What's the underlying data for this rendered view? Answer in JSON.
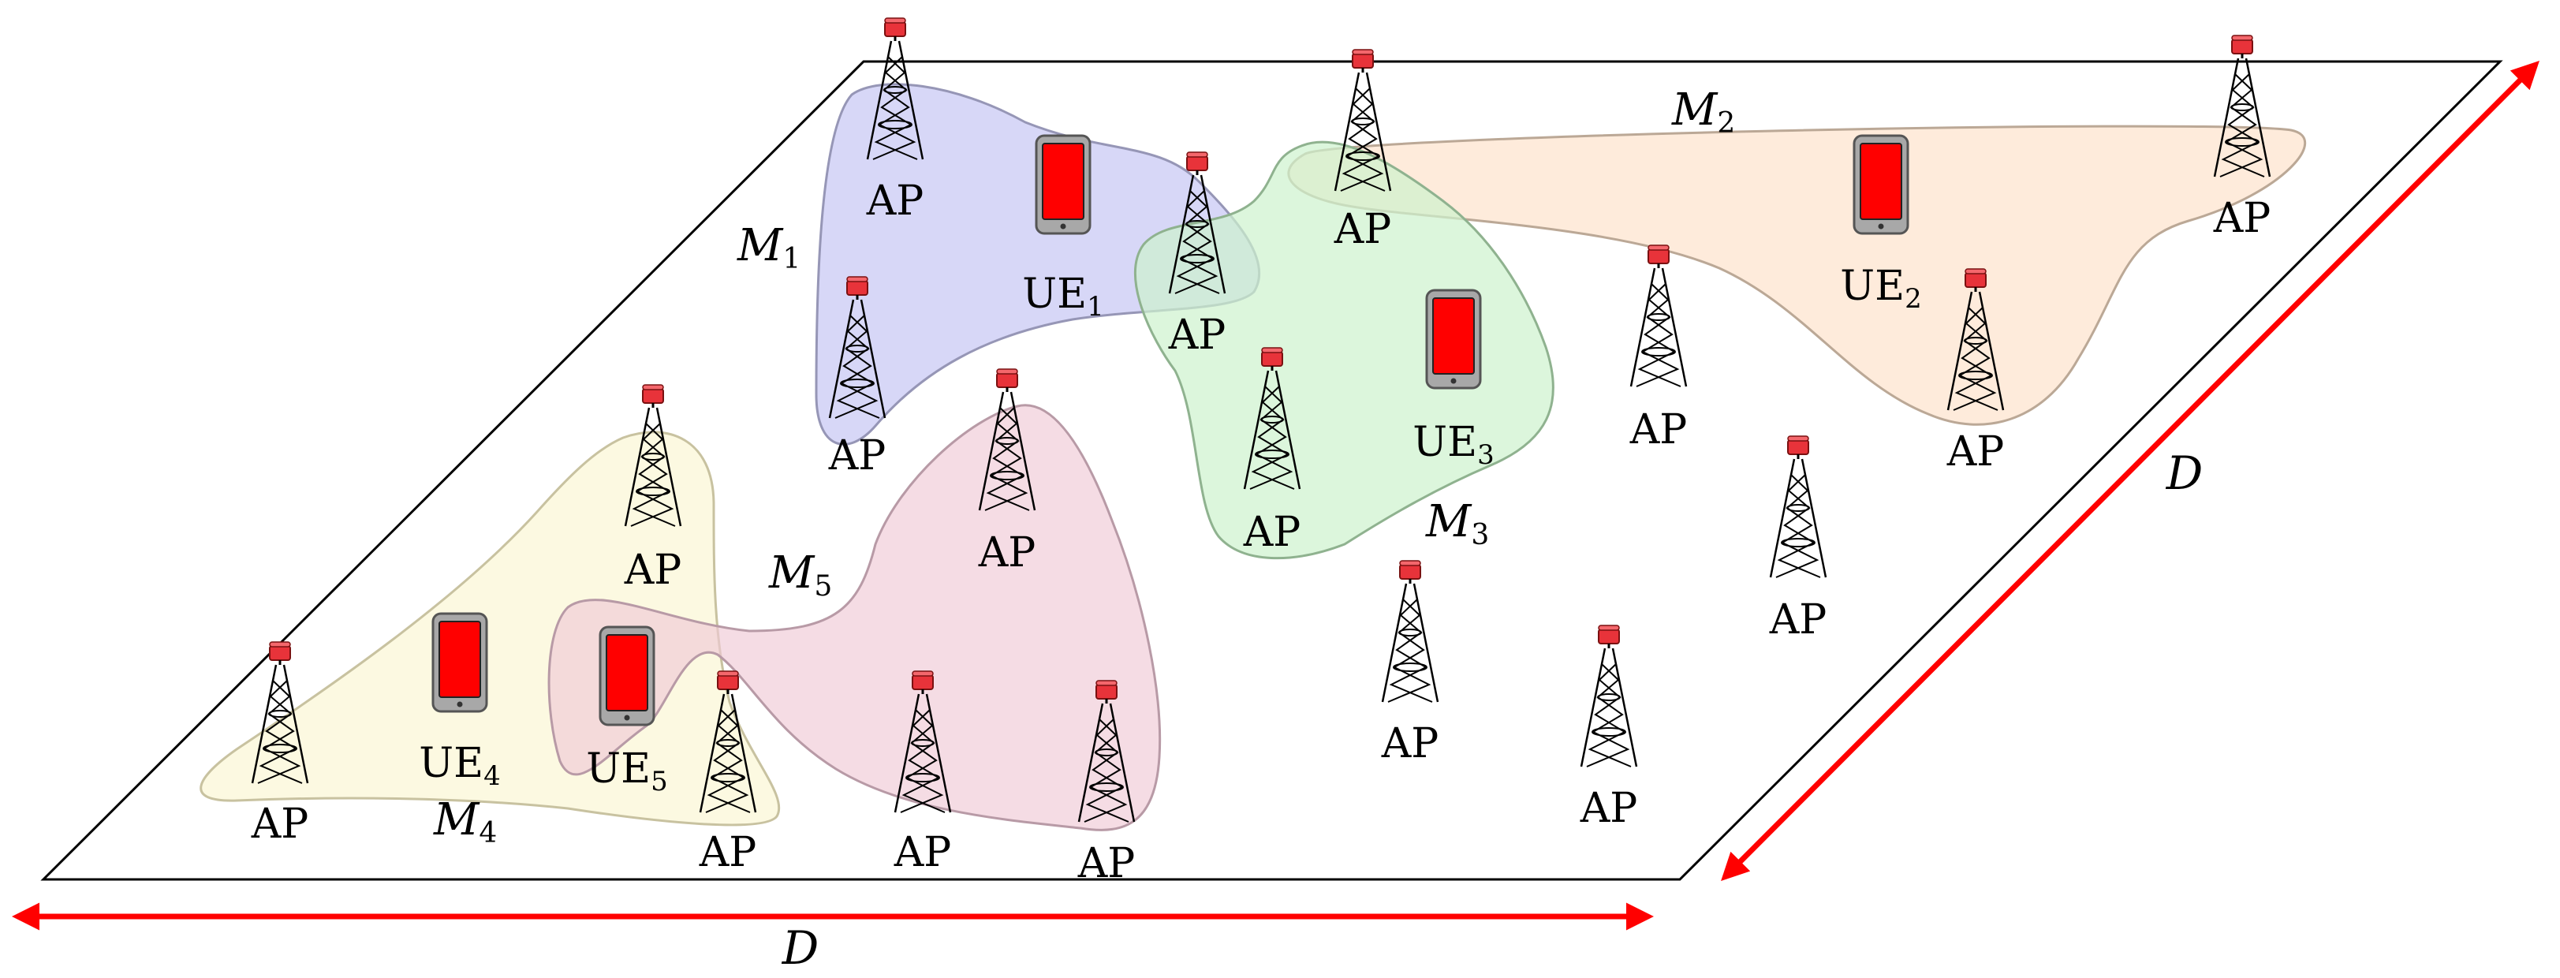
{
  "figure": {
    "ap_label": "AP",
    "ue_prefix": "UE",
    "cluster_symbol": "M",
    "dimension_label": "D",
    "colors": {
      "arrow": "#ff0000",
      "tower_tip": "#e8333a",
      "phone_screen": "#ff0000",
      "phone_body": "#a0a0a0",
      "cluster_1": "#c9c9f4",
      "cluster_2": "#fde4cf",
      "cluster_3": "#cdf2cd",
      "cluster_4": "#fbf7d9",
      "cluster_5": "#efc9d6"
    }
  },
  "user_equipment": [
    {
      "label": "UE",
      "index": "1"
    },
    {
      "label": "UE",
      "index": "2"
    },
    {
      "label": "UE",
      "index": "3"
    },
    {
      "label": "UE",
      "index": "4"
    },
    {
      "label": "UE",
      "index": "5"
    }
  ],
  "clusters": [
    {
      "symbol": "M",
      "index": "1"
    },
    {
      "symbol": "M",
      "index": "2"
    },
    {
      "symbol": "M",
      "index": "3"
    },
    {
      "symbol": "M",
      "index": "4"
    },
    {
      "symbol": "M",
      "index": "5"
    }
  ]
}
